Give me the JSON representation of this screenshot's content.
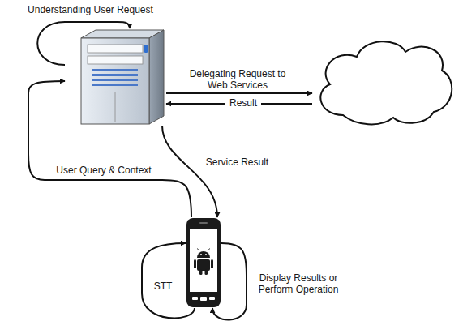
{
  "diagram": {
    "nodes": [
      {
        "text": []
      },
      {
        "text": []
      },
      {
        "text": []
      }
    ],
    "edges": [
      {
        "from": 0,
        "to": 1,
        "arrow": "to",
        "label": "Delegating Request to Web Services"
      },
      {
        "from": 1,
        "to": 0,
        "arrow": "to",
        "label": "Result"
      },
      {
        "from": 0,
        "to": 2,
        "arrow": "to",
        "label": "Service Result"
      },
      {
        "from": 2,
        "to": 0,
        "arrow": "to",
        "label": "User Query & Context"
      },
      {
        "from": 0,
        "to": 0,
        "arrow": "to",
        "label": "Understanding User Request"
      },
      {
        "from": 2,
        "to": 2,
        "arrow": "to",
        "label": "STT"
      },
      {
        "from": 2,
        "to": 2,
        "arrow": "to",
        "label": "Display Results or Perform Operation"
      }
    ]
  }
}
